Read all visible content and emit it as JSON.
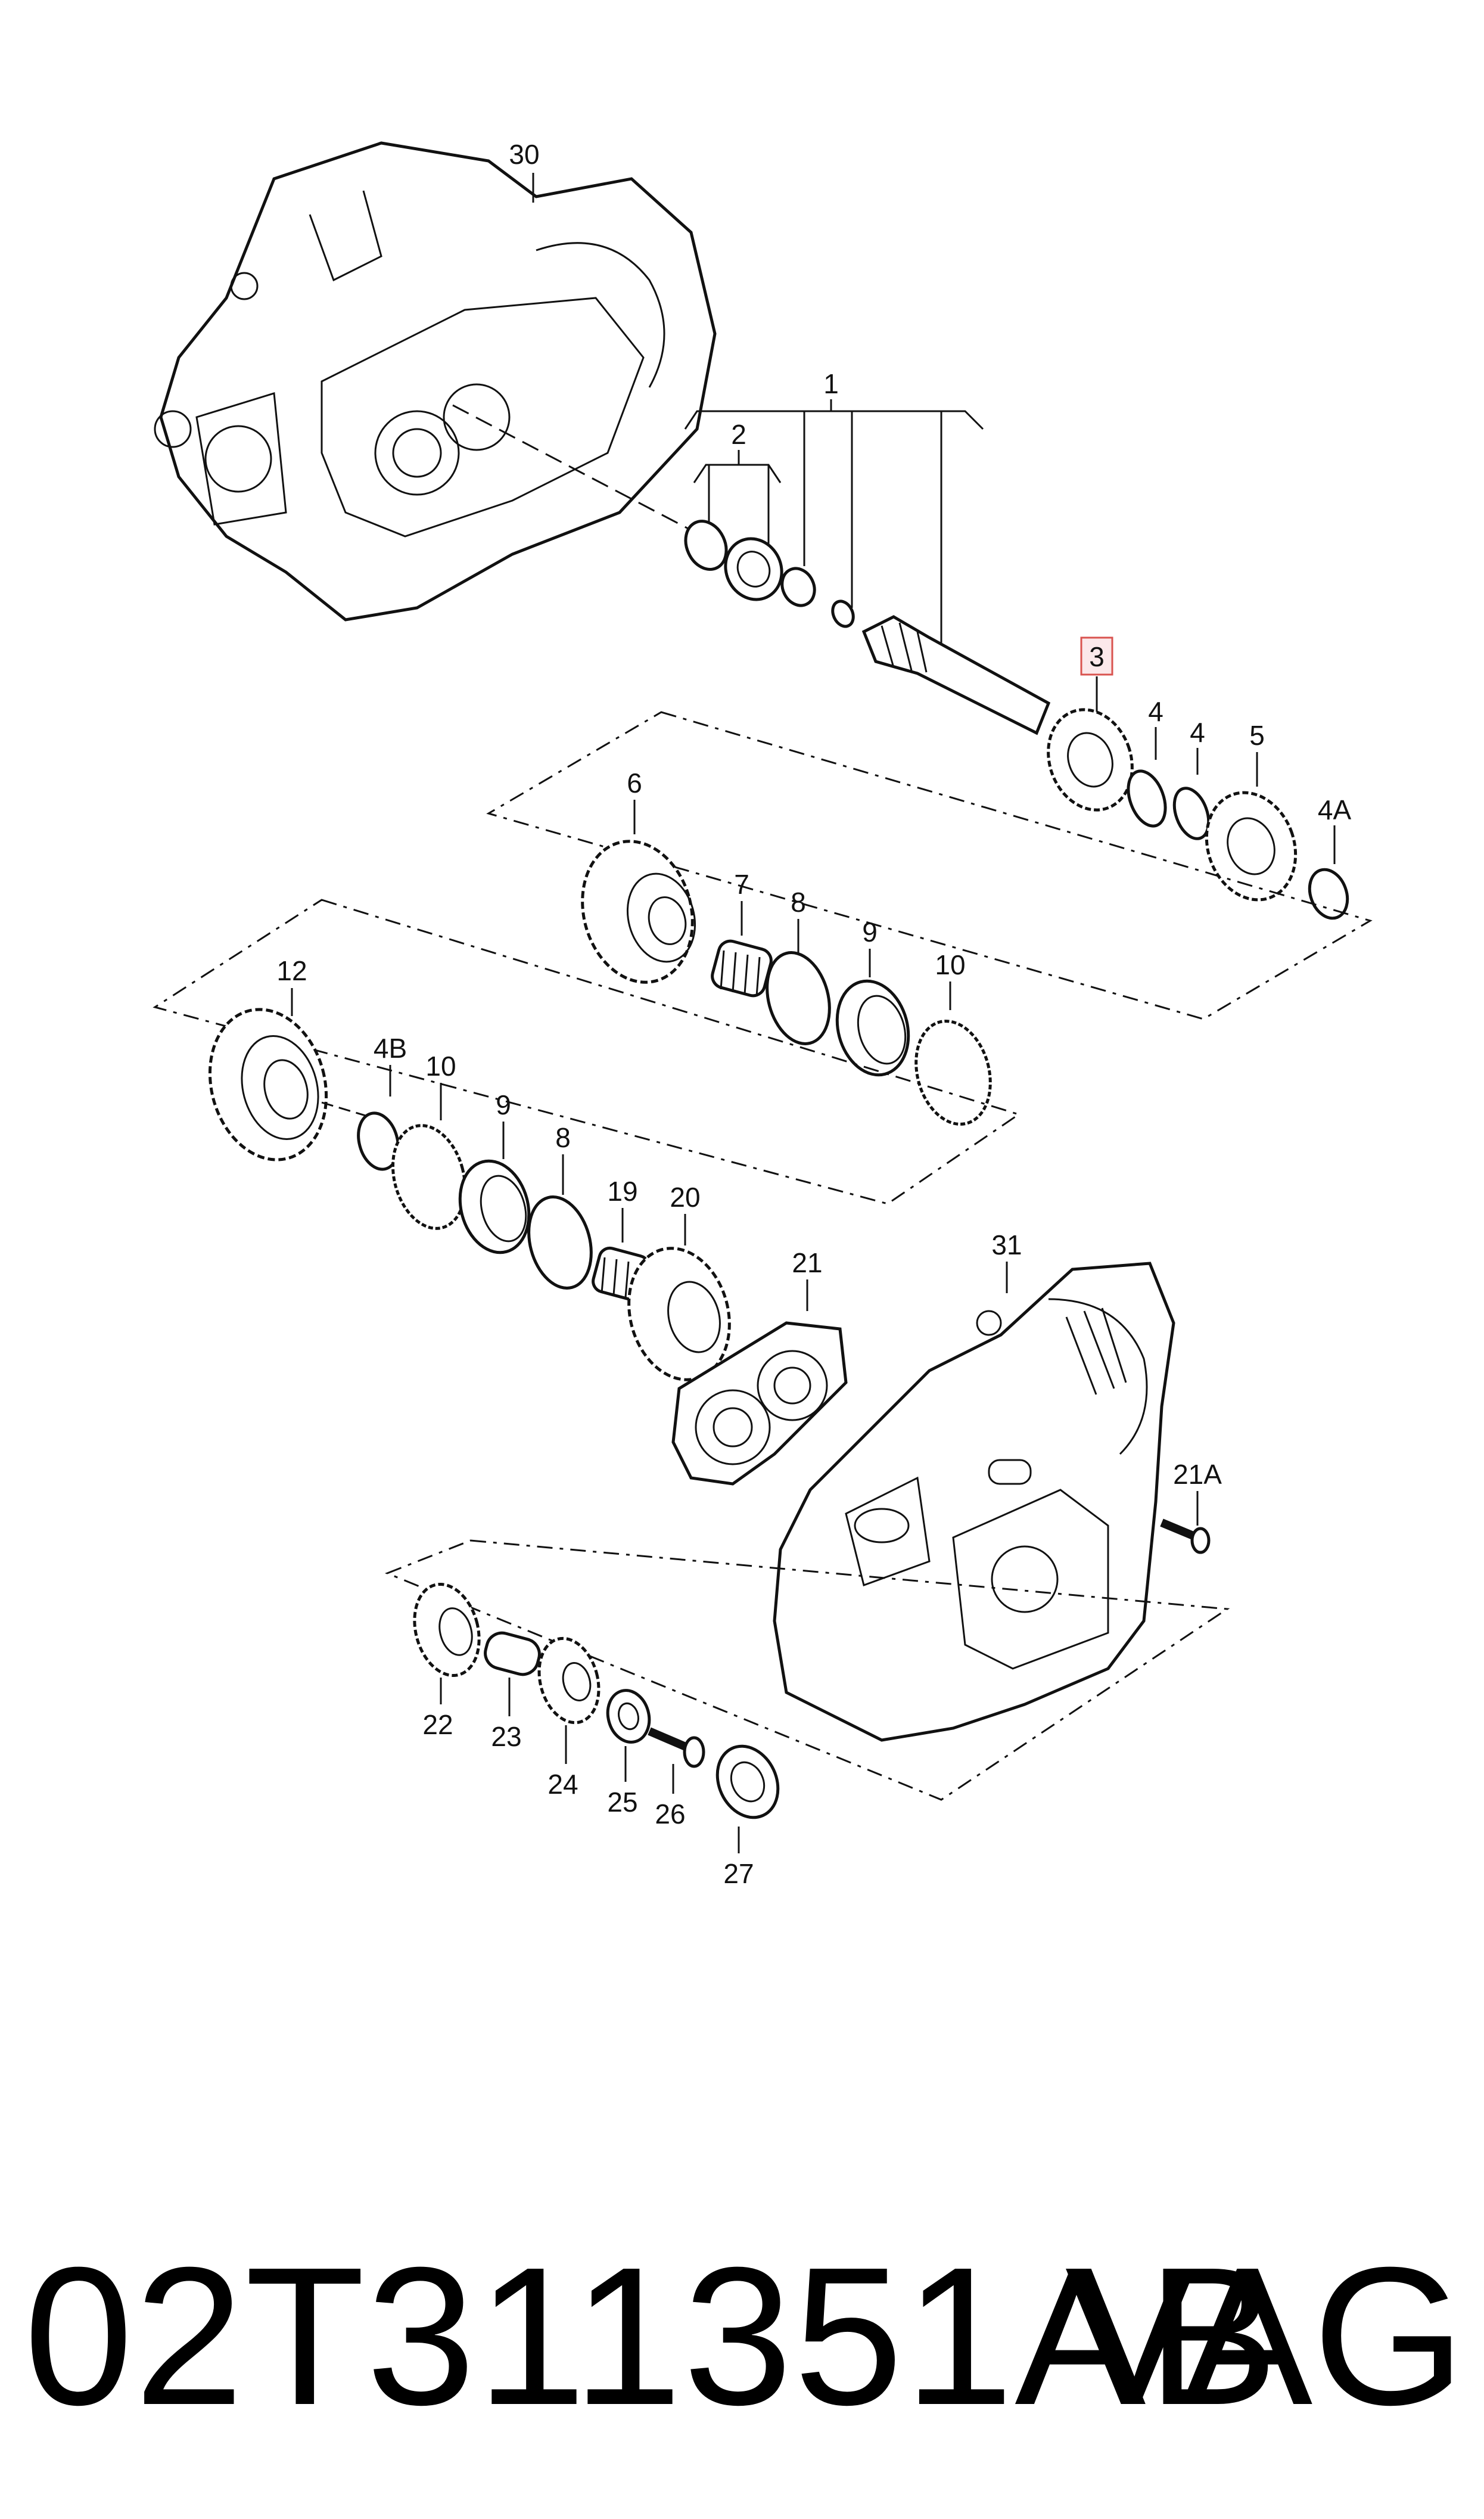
{
  "caption": {
    "part_number": "02T311351AB",
    "brand": "VAG"
  },
  "callouts": {
    "c1": "1",
    "c2": "2",
    "c3": "3",
    "c4a": "4",
    "c4b": "4",
    "c4A": "4A",
    "c5": "5",
    "c6": "6",
    "c7": "7",
    "c8a": "8",
    "c9a": "9",
    "c10a": "10",
    "c12": "12",
    "c4B": "4B",
    "c10b": "10",
    "c9b": "9",
    "c8b": "8",
    "c19": "19",
    "c20": "20",
    "c21": "21",
    "c31": "31",
    "c21A": "21A",
    "c30": "30",
    "c22": "22",
    "c23": "23",
    "c24": "24",
    "c25": "25",
    "c26": "26",
    "c27": "27"
  },
  "highlighted_callout": "3",
  "colors": {
    "highlight_fill": "#fbe8ea",
    "highlight_stroke": "#d9534f",
    "ink": "#111111"
  }
}
